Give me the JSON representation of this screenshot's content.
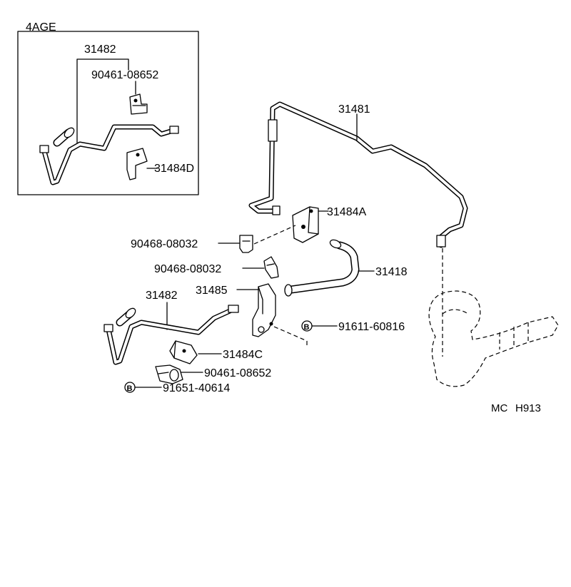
{
  "inset": {
    "title": "4AGE"
  },
  "labels": {
    "p31482_inset": "31482",
    "p90461_08652_inset": "90461-08652",
    "p31484D": "31484D",
    "p31481": "31481",
    "p31484A": "31484A",
    "p90468_08032_a": "90468-08032",
    "p90468_08032_b": "90468-08032",
    "p31418": "31418",
    "p31482_main": "31482",
    "p31485": "31485",
    "p91611_60816": "91611-60816",
    "p31484C": "31484C",
    "p90461_08652_main": "90461-08652",
    "p91651_40614": "91651-40614"
  },
  "bolt_symbol": "B",
  "footer": {
    "code_left": "MC",
    "code_right": "H913"
  }
}
